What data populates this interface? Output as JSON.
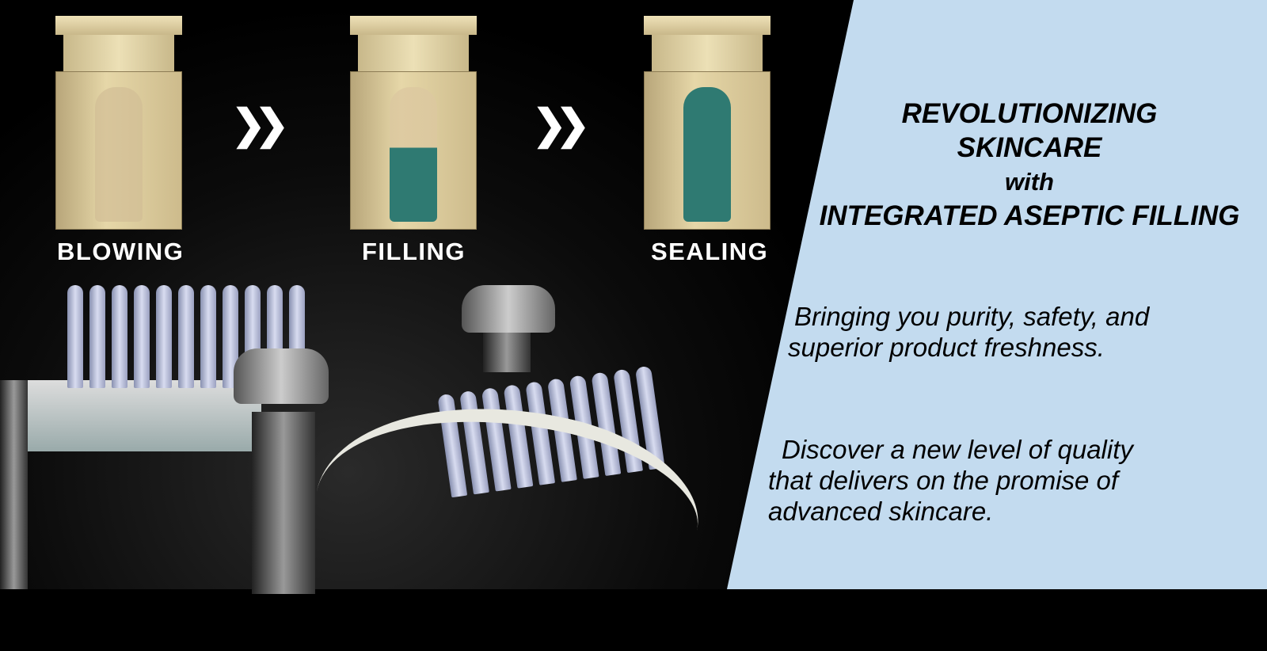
{
  "steps": [
    {
      "label": "BLOWING"
    },
    {
      "label": "FILLING"
    },
    {
      "label": "SEALING"
    }
  ],
  "arrow_icon": "double-chevron-right",
  "headline": {
    "line1": "REVOLUTIONIZING",
    "line2": "SKINCARE",
    "line3": "with",
    "line4": "INTEGRATED ASEPTIC FILLING"
  },
  "paragraph1": {
    "line1": "Bringing you purity, safety, and",
    "line2": "superior product freshness."
  },
  "paragraph2": {
    "line1": "Discover a new level of quality",
    "line2": "that delivers on the promise of",
    "line3": "advanced skincare."
  },
  "colors": {
    "panel": "#c3dbef",
    "background": "#000000",
    "text_dark": "#000000",
    "text_light": "#ffffff"
  }
}
